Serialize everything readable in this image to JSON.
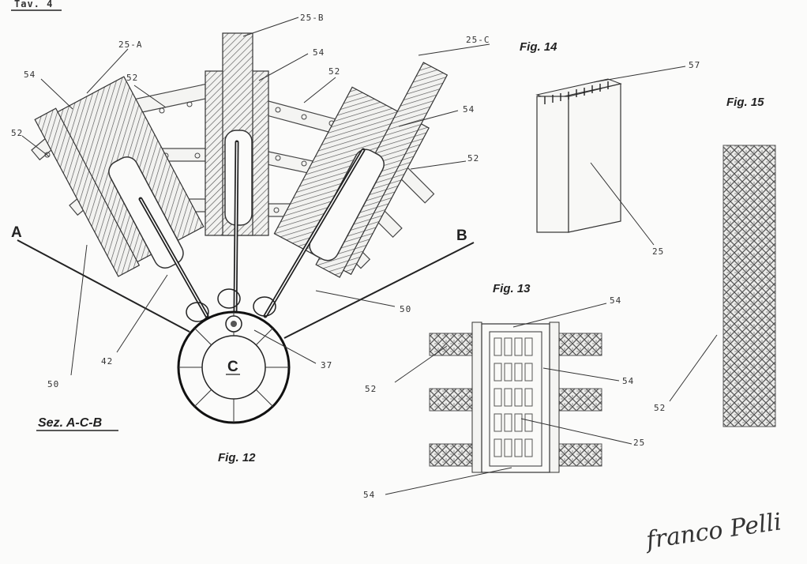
{
  "sheet_label": "Tav. 4",
  "figures": {
    "fig12": {
      "caption": "Fig. 12",
      "section": "Sez. A-C-B"
    },
    "fig13": {
      "caption": "Fig. 13"
    },
    "fig14": {
      "caption": "Fig. 14"
    },
    "fig15": {
      "caption": "Fig. 15"
    }
  },
  "section_marks": {
    "a": "A",
    "b": "B",
    "c": "C"
  },
  "labels": {
    "l25a": "25-A",
    "l25b": "25-B",
    "l25c": "25-C",
    "l54a": "54",
    "l54b": "54",
    "l54c": "54",
    "l52a": "52",
    "l52b": "52",
    "l52c": "52",
    "l52d": "52",
    "l50a": "50",
    "l50b": "50",
    "l42": "42",
    "l37": "37",
    "f13_54a": "54",
    "f13_54b": "54",
    "f13_54c": "54",
    "f13_52": "52",
    "f13_25": "25",
    "f14_57": "57",
    "f14_25": "25",
    "f15_52": "52"
  },
  "signature": "franco Pelli"
}
